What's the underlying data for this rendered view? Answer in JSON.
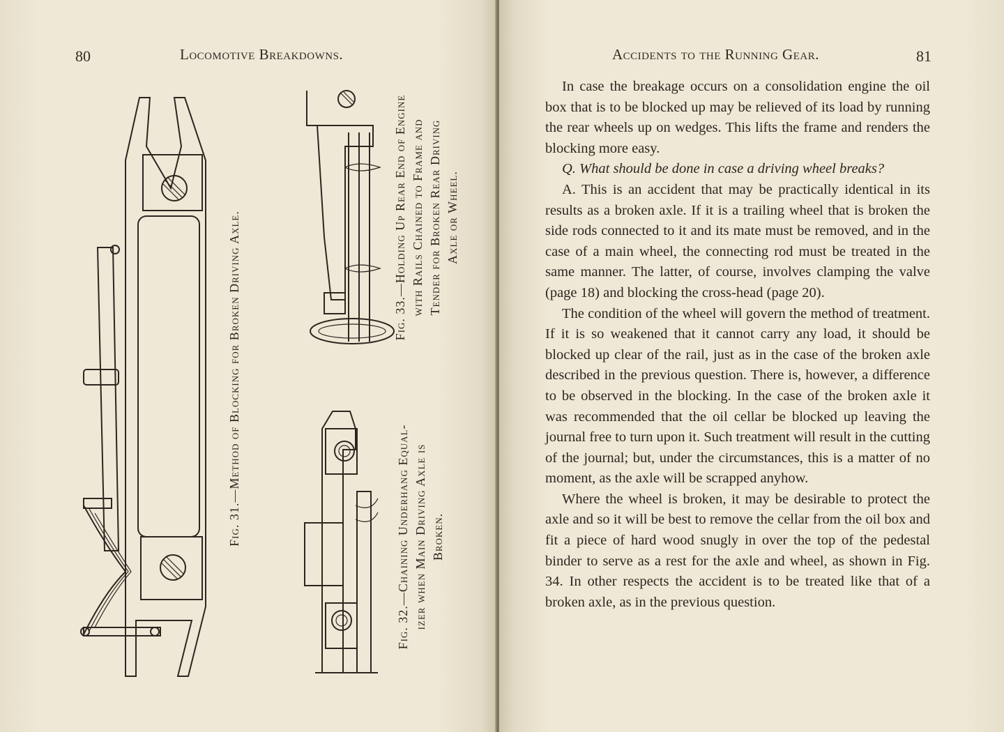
{
  "left_page": {
    "page_number": "80",
    "running_head": "Locomotive Breakdowns.",
    "figures": [
      {
        "id": "fig31",
        "caption_lines": [
          "Fig. 31.—Method of Blocking for Broken Driving Axle."
        ]
      },
      {
        "id": "fig32",
        "caption_lines": [
          "Fig. 32.—Chaining Underhang Equal-",
          "izer when Main Driving Axle is",
          "Broken."
        ]
      },
      {
        "id": "fig33",
        "caption_lines": [
          "Fig. 33.—Holding Up Rear End of Engine",
          "with Rails Chained to Frame and",
          "Tender for Broken Rear Driving",
          "Axle or Wheel."
        ]
      }
    ]
  },
  "right_page": {
    "page_number": "81",
    "running_head": "Accidents to the Running Gear.",
    "paragraphs": [
      "In case the breakage occurs on a consolidation engine the oil box that is to be blocked up may be relieved of its load by running the rear wheels up on wedges. This lifts the frame and renders the blocking more easy.",
      "Q. What should be done in case a driving wheel breaks?",
      "A. This is an accident that may be practically identical in its results as a broken axle. If it is a trailing wheel that is broken the side rods connected to it and its mate must be removed, and in the case of a main wheel, the connecting rod must be treated in the same manner. The latter, of course, involves clamping the valve (page 18) and blocking the cross-head (page 20).",
      "The condition of the wheel will govern the method of treatment. If it is so weakened that it cannot carry any load, it should be blocked up clear of the rail, just as in the case of the broken axle described in the previous question. There is, however, a difference to be observed in the blocking. In the case of the broken axle it was recommended that the oil cellar be blocked up leaving the journal free to turn upon it. Such treatment will result in the cutting of the journal; but, under the circumstances, this is a matter of no moment, as the axle will be scrapped anyhow.",
      "Where the wheel is broken, it may be desirable to protect the axle and so it will be best to remove the cellar from the oil box and fit a piece of hard wood snugly in over the top of the pedestal binder to serve as a rest for the axle and wheel, as shown in Fig. 34. In other respects the accident is to be treated like that of a broken axle, as in the previous question."
    ]
  }
}
